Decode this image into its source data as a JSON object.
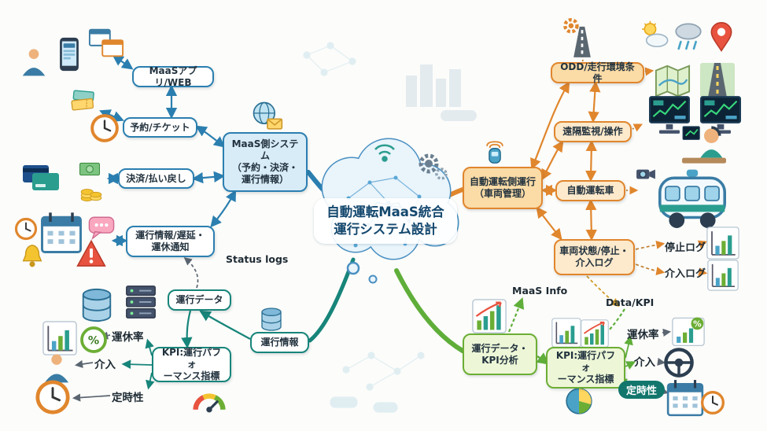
{
  "center": {
    "title": "自動運転MaaS統合\n運行システム設計"
  },
  "maas_branch": {
    "hub_label": "MaaS側システム\n（予約・決済・\n運行情報）",
    "app_label": "MaaSアプリ/WEB",
    "booking_label": "予約/チケット",
    "payment_label": "決済/払い戻し",
    "notice_label": "運行情報/遅延・\n運休通知"
  },
  "av_branch": {
    "hub_label": "自動運転側運行\n（車両管理）",
    "odd_label": "ODD/走行環境条件",
    "remote_label": "遠隔監視/操作",
    "vehicle_label": "自動運転車",
    "state_label": "車両状態/停止・\n介入ログ",
    "stop_log_label": "停止ログ",
    "intervention_log_label": "介入ログ"
  },
  "ops_branch": {
    "status_logs_label": "Status logs",
    "data_label": "運行データ",
    "info_label": "運行情報",
    "kpi_label": "KPI:運行パフォ\nーマンス指標",
    "metric_cancel": "運休率",
    "metric_intervention": "介入",
    "metric_punctuality": "定時性"
  },
  "analysis_branch": {
    "hub_label": "運行データ・\nKPI分析",
    "kpi_label": "KPI:運行パフォ\nーマンス指標",
    "maas_info_label": "MaaS Info",
    "data_kpi_label": "Data/KPI",
    "metric_cancel": "運休率",
    "metric_intervention": "介入",
    "metric_punctuality": "定時性"
  },
  "colors": {
    "maas_blue": "#2b7fb0",
    "ops_teal": "#17857a",
    "av_orange": "#e0862d",
    "analysis_green": "#5fae3a"
  }
}
